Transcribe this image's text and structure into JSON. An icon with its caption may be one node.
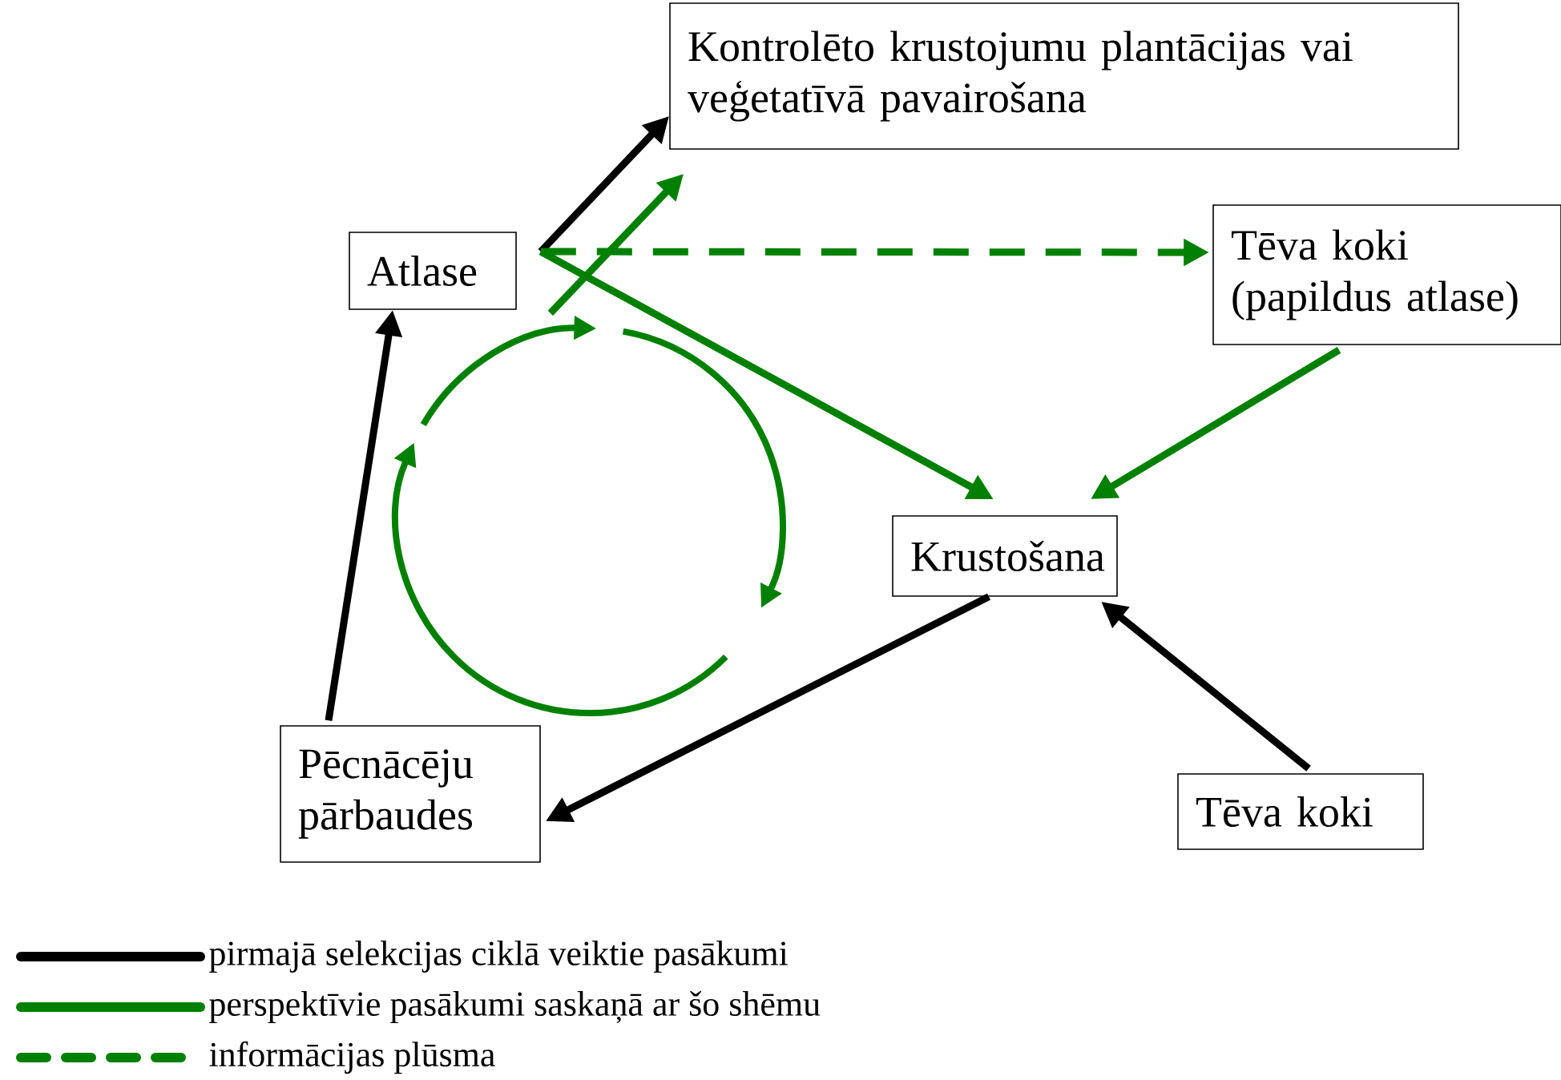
{
  "diagram": {
    "nodes": [
      {
        "text": [
          "Atlase"
        ]
      },
      {
        "text": [
          "Kontrolēto krustojumu plantācijas vai veģetatīvā pavairošana"
        ]
      },
      {
        "text": [
          "Tēva koki (papildus atlase)"
        ]
      },
      {
        "text": [
          "Krustošana"
        ]
      },
      {
        "text": [
          "Pēcnācēju pārbaudes"
        ]
      },
      {
        "text": [
          "Tēva koki"
        ]
      }
    ],
    "edges": [
      {
        "from": 0,
        "to": 1,
        "arrow": "to",
        "color": "#000000"
      },
      {
        "from": 0,
        "to": 1,
        "arrow": "to",
        "color": "#008000"
      },
      {
        "from": 0,
        "to": 2,
        "arrow": "to",
        "style": "dashed",
        "color": "#008000"
      },
      {
        "from": 0,
        "to": 3,
        "arrow": "to",
        "color": "#008000"
      },
      {
        "from": 2,
        "to": 3,
        "arrow": "to",
        "color": "#008000"
      },
      {
        "from": 3,
        "to": 4,
        "arrow": "to",
        "color": "#000000"
      },
      {
        "from": 5,
        "to": 3,
        "arrow": "to",
        "color": "#000000"
      },
      {
        "from": 4,
        "to": 0,
        "arrow": "to",
        "color": "#000000"
      }
    ],
    "legend": [
      {
        "text": "pirmajā selekcijas ciklā veiktie pasākumi"
      },
      {
        "text": "perspektīvie pasākumi saskaņā ar šo shēmu"
      },
      {
        "text": "informācijas plūsma"
      }
    ]
  }
}
